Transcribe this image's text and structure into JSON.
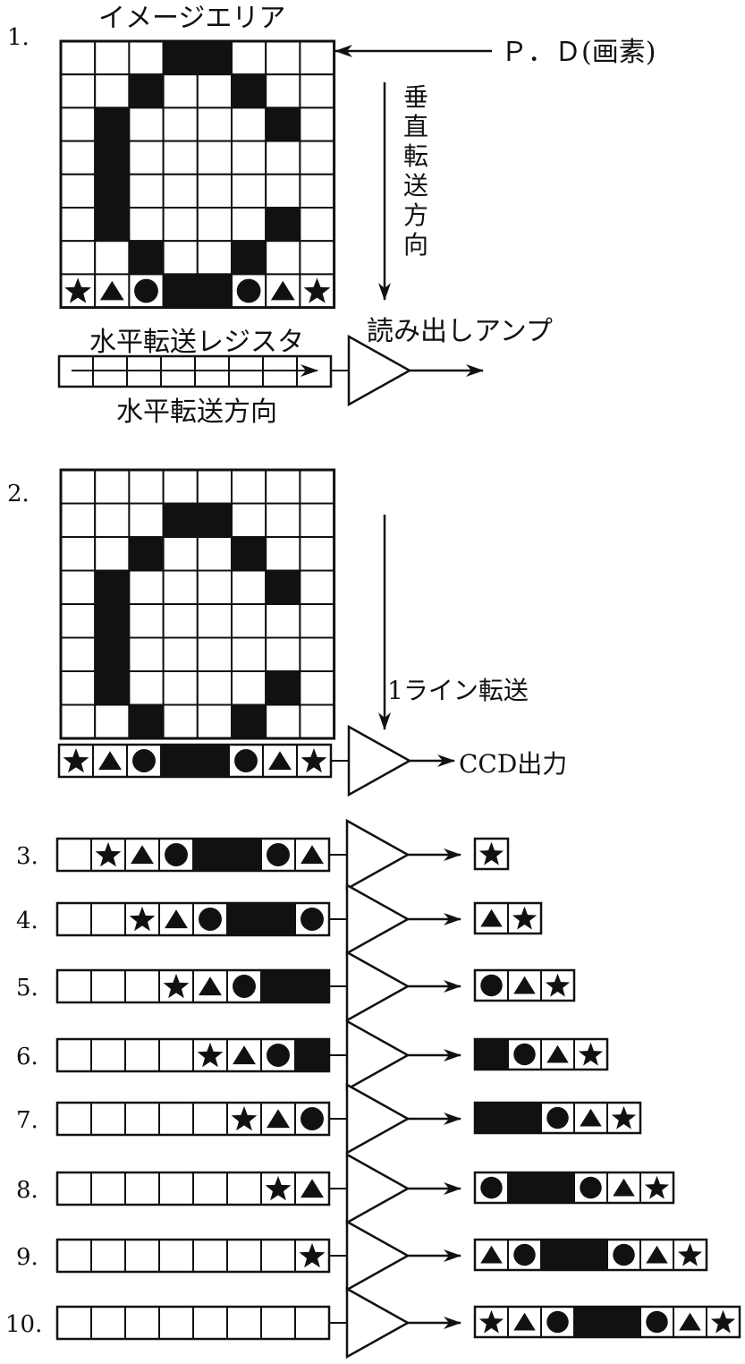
{
  "labels": {
    "image_area": "イメージエリア",
    "photodiode": "Ｐ．Ｄ(画素)",
    "vertical_transfer": "垂直転送方向",
    "hreg": "水平転送レジスタ",
    "amp": "読み出しアンプ",
    "h_direction": "水平転送方向",
    "one_line": "1ライン転送",
    "ccd_output": "CCD出力"
  },
  "symbols": {
    "star": "★",
    "triangle": "▲",
    "circle": "●"
  },
  "steps": {
    "s1": {
      "number": "1."
    },
    "s2": {
      "number": "2."
    },
    "s3": {
      "number": "3.",
      "register": [
        "E",
        "S",
        "T",
        "C",
        "B",
        "B",
        "C",
        "T"
      ],
      "output": [
        "S"
      ]
    },
    "s4": {
      "number": "4.",
      "register": [
        "E",
        "E",
        "S",
        "T",
        "C",
        "B",
        "B",
        "C"
      ],
      "output": [
        "T",
        "S"
      ]
    },
    "s5": {
      "number": "5.",
      "register": [
        "E",
        "E",
        "E",
        "S",
        "T",
        "C",
        "B",
        "B"
      ],
      "output": [
        "C",
        "T",
        "S"
      ]
    },
    "s6": {
      "number": "6.",
      "register": [
        "E",
        "E",
        "E",
        "E",
        "S",
        "T",
        "C",
        "B"
      ],
      "output": [
        "B",
        "C",
        "T",
        "S"
      ]
    },
    "s7": {
      "number": "7.",
      "register": [
        "E",
        "E",
        "E",
        "E",
        "E",
        "S",
        "T",
        "C"
      ],
      "output": [
        "B",
        "B",
        "C",
        "T",
        "S"
      ]
    },
    "s8": {
      "number": "8.",
      "register": [
        "E",
        "E",
        "E",
        "E",
        "E",
        "E",
        "S",
        "T"
      ],
      "output": [
        "C",
        "B",
        "B",
        "C",
        "T",
        "S"
      ]
    },
    "s9": {
      "number": "9.",
      "register": [
        "E",
        "E",
        "E",
        "E",
        "E",
        "E",
        "E",
        "S"
      ],
      "output": [
        "T",
        "C",
        "B",
        "B",
        "C",
        "T",
        "S"
      ]
    },
    "s10": {
      "number": "10.",
      "register": [
        "E",
        "E",
        "E",
        "E",
        "E",
        "E",
        "E",
        "E"
      ],
      "output": [
        "S",
        "T",
        "C",
        "B",
        "B",
        "C",
        "T",
        "S"
      ]
    }
  },
  "image_grids": {
    "g1": [
      "EEEBBEEE",
      "EEBEEBEE",
      "EBEEEEBE",
      "EBEEEEEE",
      "EBEEEEEE",
      "EBEEEEBE",
      "EEBEEBEE",
      "STCBBCTS"
    ],
    "g2": [
      "EEEEEEEE",
      "EEEBBEEE",
      "EEBEEBEE",
      "EBEEEEBE",
      "EBEEEEEE",
      "EBEEEEEE",
      "EBEEEEBE",
      "EEBEEBEE"
    ]
  },
  "register2": [
    "S",
    "T",
    "C",
    "B",
    "B",
    "C",
    "T",
    "S"
  ],
  "cell_legend": {
    "E": "empty",
    "B": "black",
    "S": "star",
    "T": "triangle",
    "C": "circle"
  }
}
